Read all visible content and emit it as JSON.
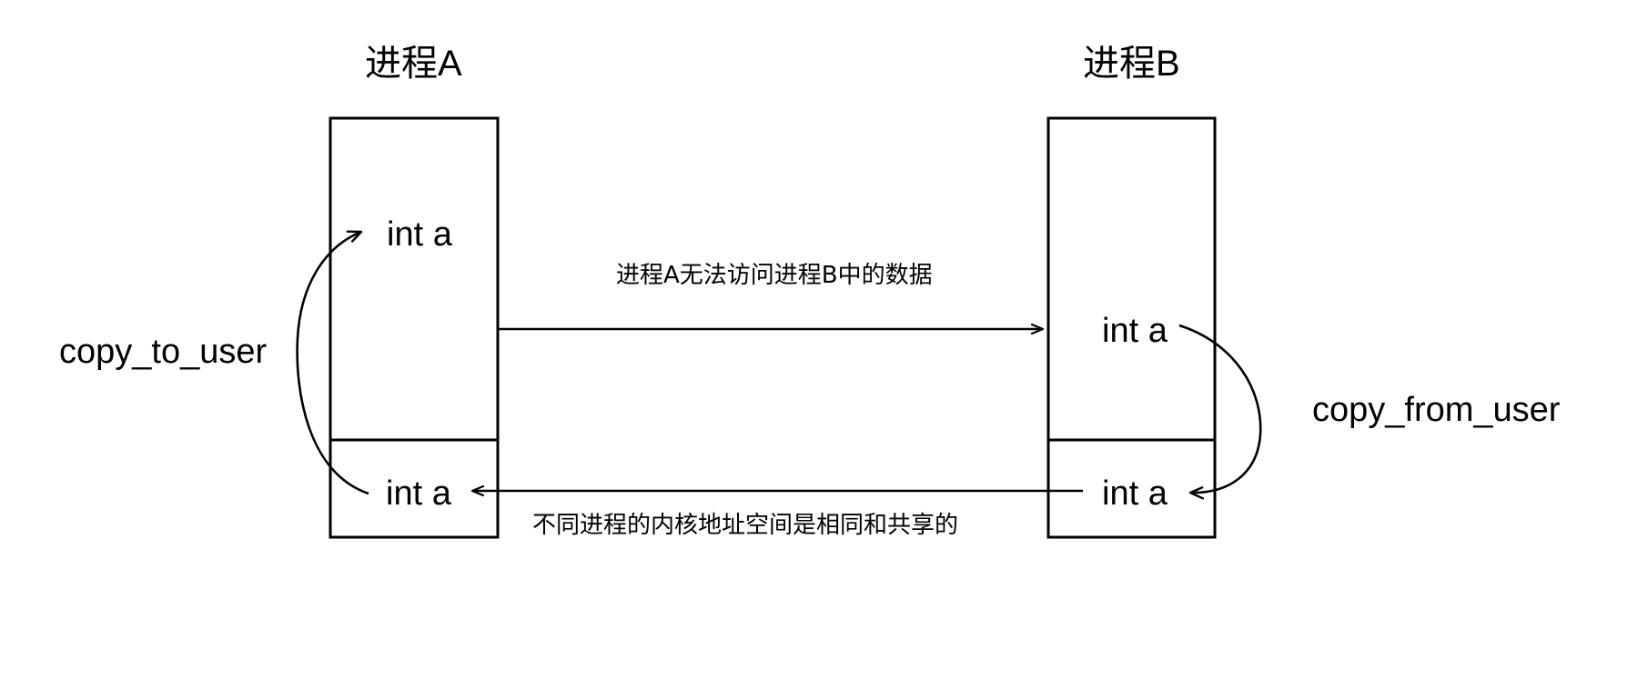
{
  "diagram": {
    "type": "kernel-user-space-copy-diagram",
    "background_color": "#ffffff",
    "stroke_color": "#000000",
    "processes": [
      {
        "id": "process-a",
        "title": "进程A",
        "user_space_var": "int a",
        "kernel_space_var": "int a"
      },
      {
        "id": "process-b",
        "title": "进程B",
        "user_space_var": "int a",
        "kernel_space_var": "int a"
      }
    ],
    "annotations": {
      "copy_to_user": "copy_to_user",
      "copy_from_user": "copy_from_user",
      "top_arrow_label": "进程A无法访问进程B中的数据",
      "bottom_arrow_label": "不同进程的内核地址空间是相同和共享的"
    }
  }
}
